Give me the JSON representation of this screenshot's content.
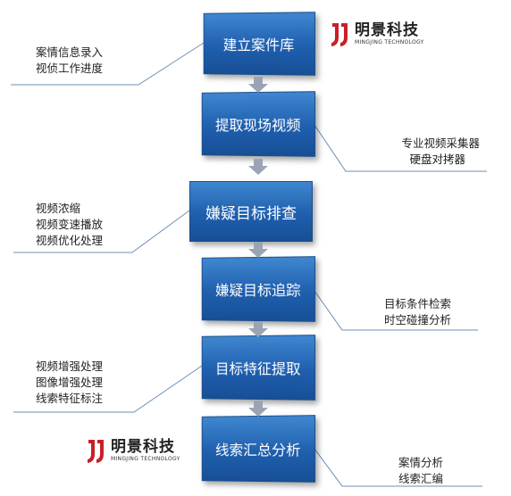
{
  "steps": [
    {
      "label": "建立案件库"
    },
    {
      "label": "提取现场视频"
    },
    {
      "label": "嫌疑目标排查"
    },
    {
      "label": "嫌疑目标追踪"
    },
    {
      "label": "目标特征提取"
    },
    {
      "label": "线索汇总分析"
    }
  ],
  "notes": {
    "n1": [
      "案情信息录入",
      "视侦工作进度"
    ],
    "n2": [
      "专业视频采集器",
      "硬盘对拷器"
    ],
    "n3": [
      "视频浓缩",
      "视频变速播放",
      "视频优化处理"
    ],
    "n4": [
      "目标条件检索",
      "时空碰撞分析"
    ],
    "n5": [
      "视频增强处理",
      "图像增强处理",
      "线索特征标注"
    ],
    "n6": [
      "案情分析",
      "线索汇编"
    ]
  },
  "logo": {
    "name": "明景科技",
    "english": "MINGJING TECHNOLOGY"
  },
  "colors": {
    "box": "#1f5fae",
    "arrow": "#9aa4b4",
    "logo_red": "#c8202a"
  }
}
